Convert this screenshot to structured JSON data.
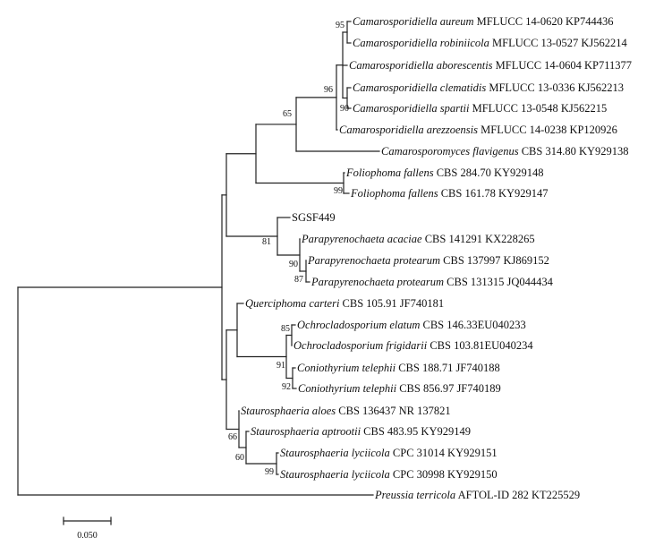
{
  "tree": {
    "scale_bar": {
      "label": "0.050",
      "length": 0.05
    },
    "leaves": [
      {
        "id": "L1",
        "name": "Camarosporidiella aureum",
        "rest": " MFLUCC 14-0620 KP744436"
      },
      {
        "id": "L2",
        "name": "Camarosporidiella robiniicola",
        "rest": " MFLUCC 13-0527 KJ562214"
      },
      {
        "id": "L3",
        "name": "Camarosporidiella aborescentis",
        "rest": " MFLUCC 14-0604 KP711377"
      },
      {
        "id": "L4",
        "name": "Camarosporidiella clematidis",
        "rest": " MFLUCC 13-0336 KJ562213"
      },
      {
        "id": "L5",
        "name": "Camarosporidiella spartii",
        "rest": " MFLUCC 13-0548 KJ562215"
      },
      {
        "id": "L6",
        "name": "Camarosporidiella arezzoensis",
        "rest": " MFLUCC 14-0238 KP120926"
      },
      {
        "id": "L7",
        "name": "Camarosporomyces flavigenus",
        "rest": " CBS 314.80 KY929138"
      },
      {
        "id": "L8",
        "name": "Foliophoma fallens",
        "rest": " CBS 284.70 KY929148"
      },
      {
        "id": "L9",
        "name": "Foliophoma fallens",
        "rest": " CBS 161.78 KY929147"
      },
      {
        "id": "L10",
        "name": "",
        "rest": "SGSF449"
      },
      {
        "id": "L11",
        "name": "Parapyrenochaeta acaciae",
        "rest": " CBS 141291 KX228265"
      },
      {
        "id": "L12",
        "name": "Parapyrenochaeta protearum",
        "rest": " CBS 137997 KJ869152"
      },
      {
        "id": "L13",
        "name": "Parapyrenochaeta protearum",
        "rest": " CBS 131315 JQ044434"
      },
      {
        "id": "L14",
        "name": "Querciphoma carteri",
        "rest": " CBS 105.91 JF740181"
      },
      {
        "id": "L15",
        "name": "Ochrocladosporium elatum",
        "rest": " CBS 146.33EU040233"
      },
      {
        "id": "L16",
        "name": "Ochrocladosporium frigidarii",
        "rest": " CBS 103.81EU040234"
      },
      {
        "id": "L17",
        "name": "Coniothyrium telephii",
        "rest": " CBS 188.71 JF740188"
      },
      {
        "id": "L18",
        "name": "Coniothyrium telephii",
        "rest": " CBS 856.97 JF740189"
      },
      {
        "id": "L19",
        "name": "Staurosphaeria aloes",
        "rest": " CBS 136437 NR 137821"
      },
      {
        "id": "L20",
        "name": "Staurosphaeria aptrootii",
        "rest": " CBS 483.95 KY929149"
      },
      {
        "id": "L21",
        "name": "Staurosphaeria lyciicola",
        "rest": " CPC 31014 KY929151"
      },
      {
        "id": "L22",
        "name": "Staurosphaeria lyciicola",
        "rest": " CPC 30998 KY929150"
      },
      {
        "id": "L23",
        "name": "Preussia terricola",
        "rest": " AFTOL-ID 282 KT225529"
      }
    ],
    "support_values": [
      {
        "node": "aureum-robiniicola",
        "value": "95"
      },
      {
        "node": "camarosporidiella",
        "value": "96"
      },
      {
        "node": "clematidis-spartii",
        "value": "90"
      },
      {
        "node": "camarosporidiella-camarosporomyces",
        "value": "65"
      },
      {
        "node": "foliophoma",
        "value": "99"
      },
      {
        "node": "sgsf449-parapyrenochaeta",
        "value": "81"
      },
      {
        "node": "parapyrenochaeta",
        "value": "90"
      },
      {
        "node": "parapyrenochaeta-protearum",
        "value": "87"
      },
      {
        "node": "ochrocladosporium",
        "value": "85"
      },
      {
        "node": "ochro-coniothyrium",
        "value": "91"
      },
      {
        "node": "coniothyrium",
        "value": "92"
      },
      {
        "node": "staurosphaeria",
        "value": "66"
      },
      {
        "node": "aptrootii-lyciicola",
        "value": "60"
      },
      {
        "node": "lyciicola",
        "value": "99"
      }
    ]
  }
}
